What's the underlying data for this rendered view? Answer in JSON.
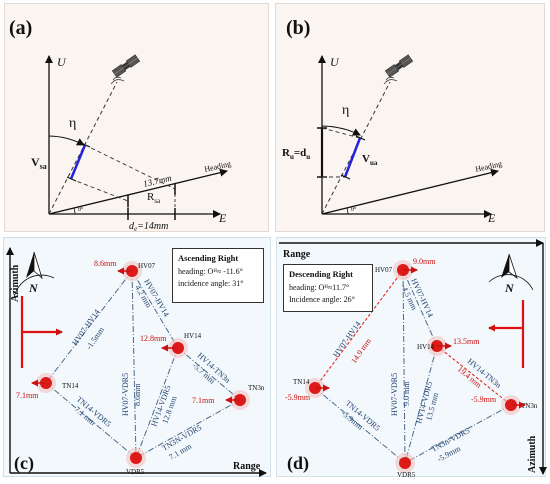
{
  "panel_a": {
    "letter": "(a)",
    "axis_u": "U",
    "axis_e": "E",
    "eta": "η",
    "v_label": "V",
    "v_sub": "sa",
    "r_label": "R",
    "r_sub": "sa",
    "measure": "13.7mm",
    "de_label": "d",
    "de_sub": "e",
    "de_value": "=14mm",
    "heading": "Heading",
    "angle": "θ°"
  },
  "panel_b": {
    "letter": "(b)",
    "axis_u": "U",
    "axis_e": "E",
    "eta": "η",
    "ru_label": "R",
    "ru_sub": "u",
    "du_label": "=d",
    "du_sub": "u",
    "v_label": "V",
    "v_sub": "ua",
    "heading": "Heading",
    "angle": "θ°"
  },
  "panel_c": {
    "letter": "(c)",
    "azimuth": "Azimuth",
    "range": "Range",
    "north": "N",
    "info_title": "Ascending Right",
    "info_heading": "heading:  Oᴴ≈ -11.6°",
    "info_incidence": "incidence angle:  31°",
    "stations": [
      {
        "name": "HV07",
        "value": "8.6mm"
      },
      {
        "name": "HV14",
        "value": "12.8mm"
      },
      {
        "name": "TN14",
        "value": "7.1mm"
      },
      {
        "name": "TN3n",
        "value": "7.1mm"
      },
      {
        "name": "VDR5",
        "value": ""
      }
    ],
    "baselines": [
      {
        "name": "HV07-HV14",
        "value": "-1.5mm"
      },
      {
        "name": "HV07-HV14",
        "value": "4.2 mm"
      },
      {
        "name": "HV07-VDR5",
        "value": "8.6mm"
      },
      {
        "name": "HV14-VDR5",
        "value": "12.8 mm"
      },
      {
        "name": "HV14-TN3n",
        "value": "-5.7 mm"
      },
      {
        "name": "TN14-VDR5",
        "value": "7.1 mm"
      },
      {
        "name": "TN3N-VDR5",
        "value": "7.1 mm"
      }
    ]
  },
  "panel_d": {
    "letter": "(d)",
    "azimuth": "Azimuth",
    "range": "Range",
    "north": "N",
    "info_title": "Descending Right",
    "info_heading": "heading:  Oᴴ≈11.7°",
    "info_incidence": "Incidence angle:  26°",
    "stations": [
      {
        "name": "HV07",
        "value": "9.0mm"
      },
      {
        "name": "HV14",
        "value": "13.5mm"
      },
      {
        "name": "TN14",
        "value": "-5.9mm"
      },
      {
        "name": "TN3n",
        "value": "-5.9mm"
      },
      {
        "name": "VDR5",
        "value": ""
      }
    ],
    "baselines": [
      {
        "name": "HV07-HV14",
        "value": "14.9 mm"
      },
      {
        "name": "HV07-HV14",
        "value": "-4.5 mm"
      },
      {
        "name": "HV07-VDR5",
        "value": "9.0 mm"
      },
      {
        "name": "HV14-VDR5",
        "value": "13.5 mm"
      },
      {
        "name": "HV14-TN3n",
        "value": "19.4 mm"
      },
      {
        "name": "TN14-VDR5",
        "value": "-5.9mm"
      },
      {
        "name": "TN3n-VDR5",
        "value": "-5.9mm"
      }
    ]
  },
  "colors": {
    "station": "#dd1a1a",
    "measure_arrow": "#cc1111",
    "vector": "#2222dd",
    "baseline": "#4a6a8a",
    "highlight": "#e1261c"
  }
}
